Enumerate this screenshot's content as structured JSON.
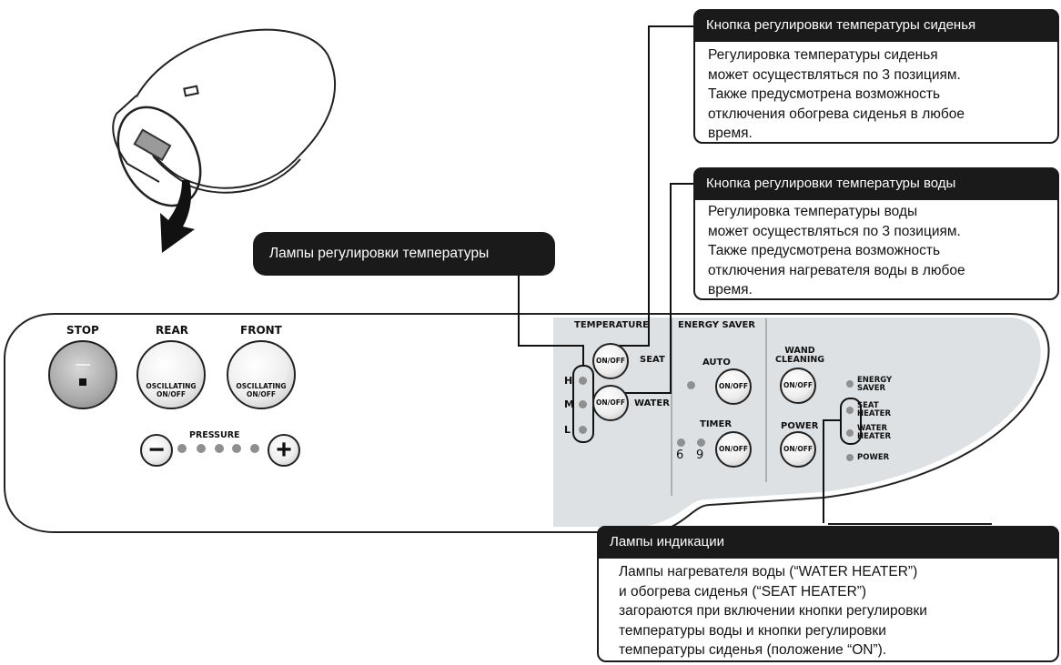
{
  "callouts": {
    "seat": {
      "title": "Кнопка регулировки температуры сиденья",
      "lines": [
        "Регулировка температуры сиденья",
        "может осуществляться по 3 позициям.",
        "Также предусмотрена возможность",
        "отключения обогрева сиденья в любое",
        "время."
      ]
    },
    "water": {
      "title": "Кнопка регулировки температуры воды",
      "lines": [
        "Регулировка температуры воды",
        "может осуществляться по 3 позициям.",
        "Также предусмотрена возможность",
        "отключения нагревателя воды в любое",
        "время."
      ]
    },
    "lamps": {
      "title": "Лампы регулировки температуры"
    },
    "indicators": {
      "title": "Лампы индикации",
      "lines": [
        "Лампы нагревателя воды (“WATER HEATER”)",
        "и обогрева сиденья (“SEAT HEATER”)",
        "загораются при включении кнопки регулировки",
        "температуры воды и кнопки регулировки",
        "температуры сиденья (положение “ON”)."
      ]
    }
  },
  "panel": {
    "stop": "STOP",
    "rear": "REAR",
    "front": "FRONT",
    "oscillating": "OSCILLATING",
    "onoff": "ON/OFF",
    "pressure": "PRESSURE",
    "minus": "−",
    "plus": "+",
    "temperature": "TEMPERATURE",
    "seat": "SEAT",
    "water": "WATER",
    "h": "H",
    "m": "M",
    "l": "L",
    "energy_saver": "ENERGY SAVER",
    "auto": "AUTO",
    "timer": "TIMER",
    "six": "6",
    "nine": "9",
    "wand1": "WAND",
    "wand2": "CLEANING",
    "power": "POWER",
    "ind_energy1": "ENERGY",
    "ind_energy2": "SAVER",
    "ind_seat1": "SEAT",
    "ind_seat2": "HEATER",
    "ind_water1": "WATER",
    "ind_water2": "HEATER",
    "ind_power": "POWER"
  },
  "colors": {
    "dark": "#1a1a1a",
    "panel_gray": "#dde1e3",
    "lamp": "#8f8f8f"
  }
}
